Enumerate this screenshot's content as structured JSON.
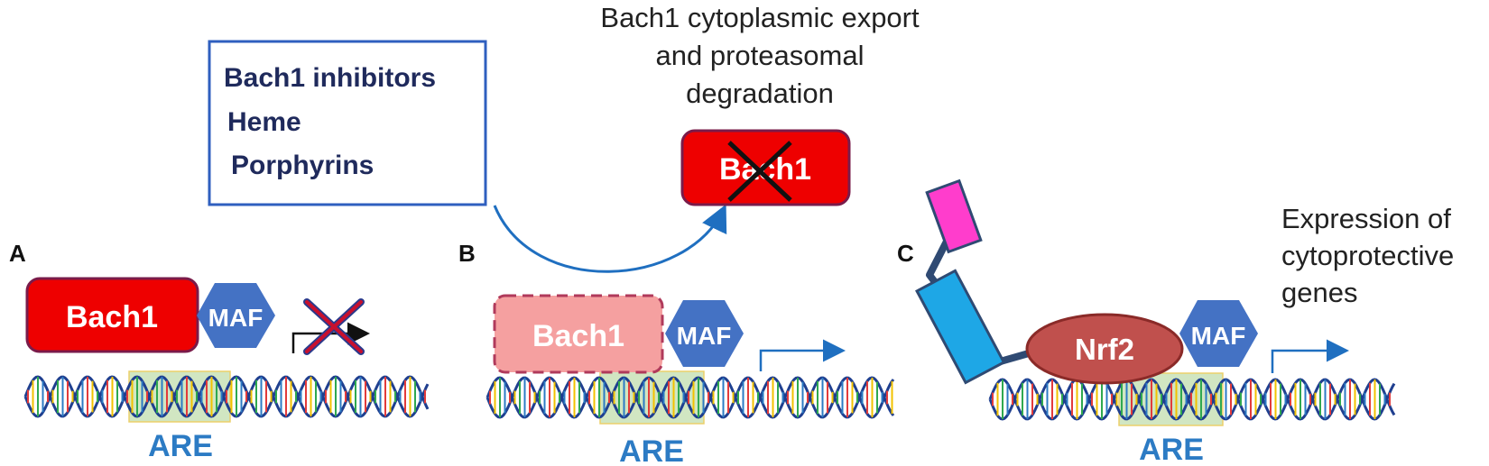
{
  "panels": {
    "a": {
      "label": "A",
      "repressor": "Bach1",
      "partner": "MAF",
      "element": "ARE"
    },
    "b": {
      "label": "B",
      "repressor": "Bach1",
      "partner": "MAF",
      "element": "ARE"
    },
    "c": {
      "label": "C",
      "activator": "Nrf2",
      "partner": "MAF",
      "element": "ARE"
    }
  },
  "inhibitors_box": {
    "title": "Bach1 inhibitors",
    "items": [
      "Heme",
      "Porphyrins"
    ]
  },
  "export_caption": [
    "Bach1 cytoplasmic export",
    "and proteasomal",
    "degradation"
  ],
  "degraded_protein": "Bach1",
  "expression_caption": [
    "Expression of",
    "cytoprotective",
    "genes"
  ],
  "colors": {
    "bach1": "#ee0000",
    "bach1_faded": "#f5a0a0",
    "maf": "#4472c4",
    "nrf2": "#c0504d",
    "keap1_cyan": "#1ea7e6",
    "keap1_magenta": "#ff3dcc",
    "arrow": "#1f6fc0",
    "are_text": "#2c7bc4",
    "are_highlight": "#c6e0b4",
    "box_border": "#2f5fbf",
    "cross": "#c8102e"
  }
}
